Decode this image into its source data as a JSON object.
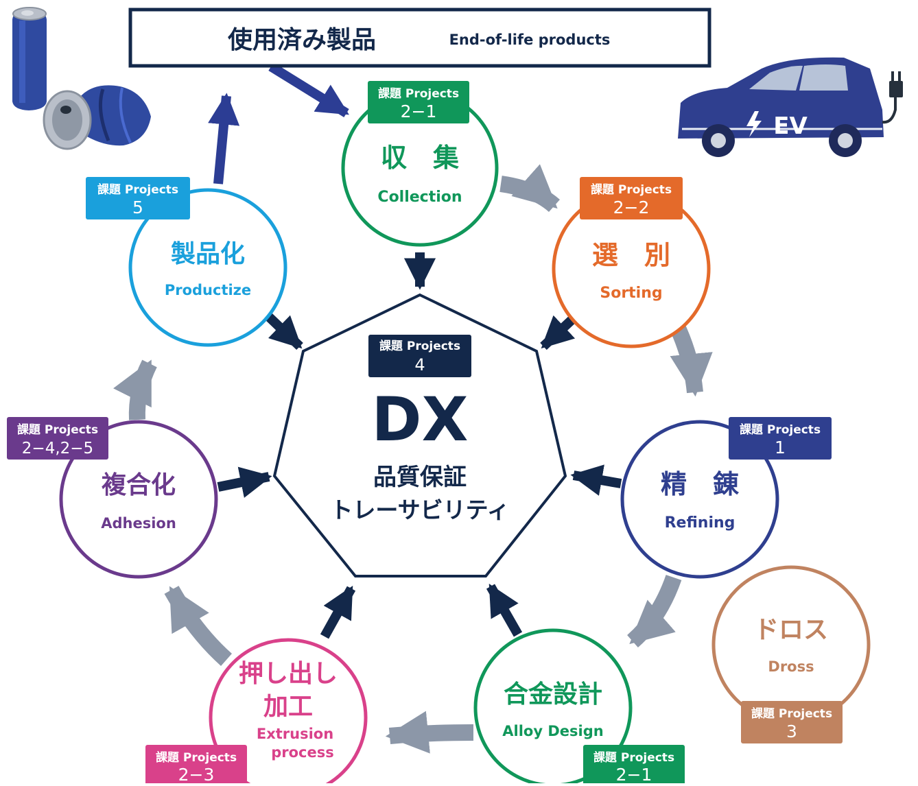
{
  "header": {
    "title_ja": "使用済み製品",
    "title_en": "End-of-life products"
  },
  "center": {
    "title": "DX",
    "line1": "品質保証",
    "line2": "トレーサビリティ",
    "badge": {
      "label": "課題 Projects",
      "number": "4"
    }
  },
  "nodes": {
    "collection": {
      "ja": "収　集",
      "en": "Collection",
      "badge_label": "課題 Projects",
      "badge_number": "2−1"
    },
    "sorting": {
      "ja": "選　別",
      "en": "Sorting",
      "badge_label": "課題 Projects",
      "badge_number": "2−2"
    },
    "refining": {
      "ja": "精　錬",
      "en": "Refining",
      "badge_label": "課題 Projects",
      "badge_number": "1"
    },
    "alloy": {
      "ja": "合金設計",
      "en": "Alloy Design",
      "badge_label": "課題 Projects",
      "badge_number": "2−1"
    },
    "extrusion": {
      "ja1": "押し出し",
      "ja2": "加工",
      "en1": "Extrusion",
      "en2": "process",
      "badge_label": "課題 Projects",
      "badge_number": "2−3"
    },
    "adhesion": {
      "ja": "複合化",
      "en": "Adhesion",
      "badge_label": "課題 Projects",
      "badge_number": "2−4,2−5"
    },
    "productize": {
      "ja": "製品化",
      "en": "Productize",
      "badge_label": "課題 Projects",
      "badge_number": "5"
    },
    "dross": {
      "ja": "ドロス",
      "en": "Dross",
      "badge_label": "課題 Projects",
      "badge_number": "3"
    }
  },
  "ev": {
    "label": "EV"
  },
  "colors": {
    "navy": "#13284a",
    "arrow_blue": "#2c3d94",
    "arrow_gray": "#8c97a8",
    "collection": "#10975a",
    "sorting": "#e46a2a",
    "refining": "#2f3f8f",
    "alloy": "#10975a",
    "extrusion": "#d9418a",
    "adhesion": "#6a3a8c",
    "productize": "#1aa0dc",
    "dross": "#c08360"
  },
  "icons": {
    "cans": "aluminum-can-icon",
    "car": "electric-car-icon",
    "plug": "plug-icon",
    "bolt": "lightning-icon"
  }
}
